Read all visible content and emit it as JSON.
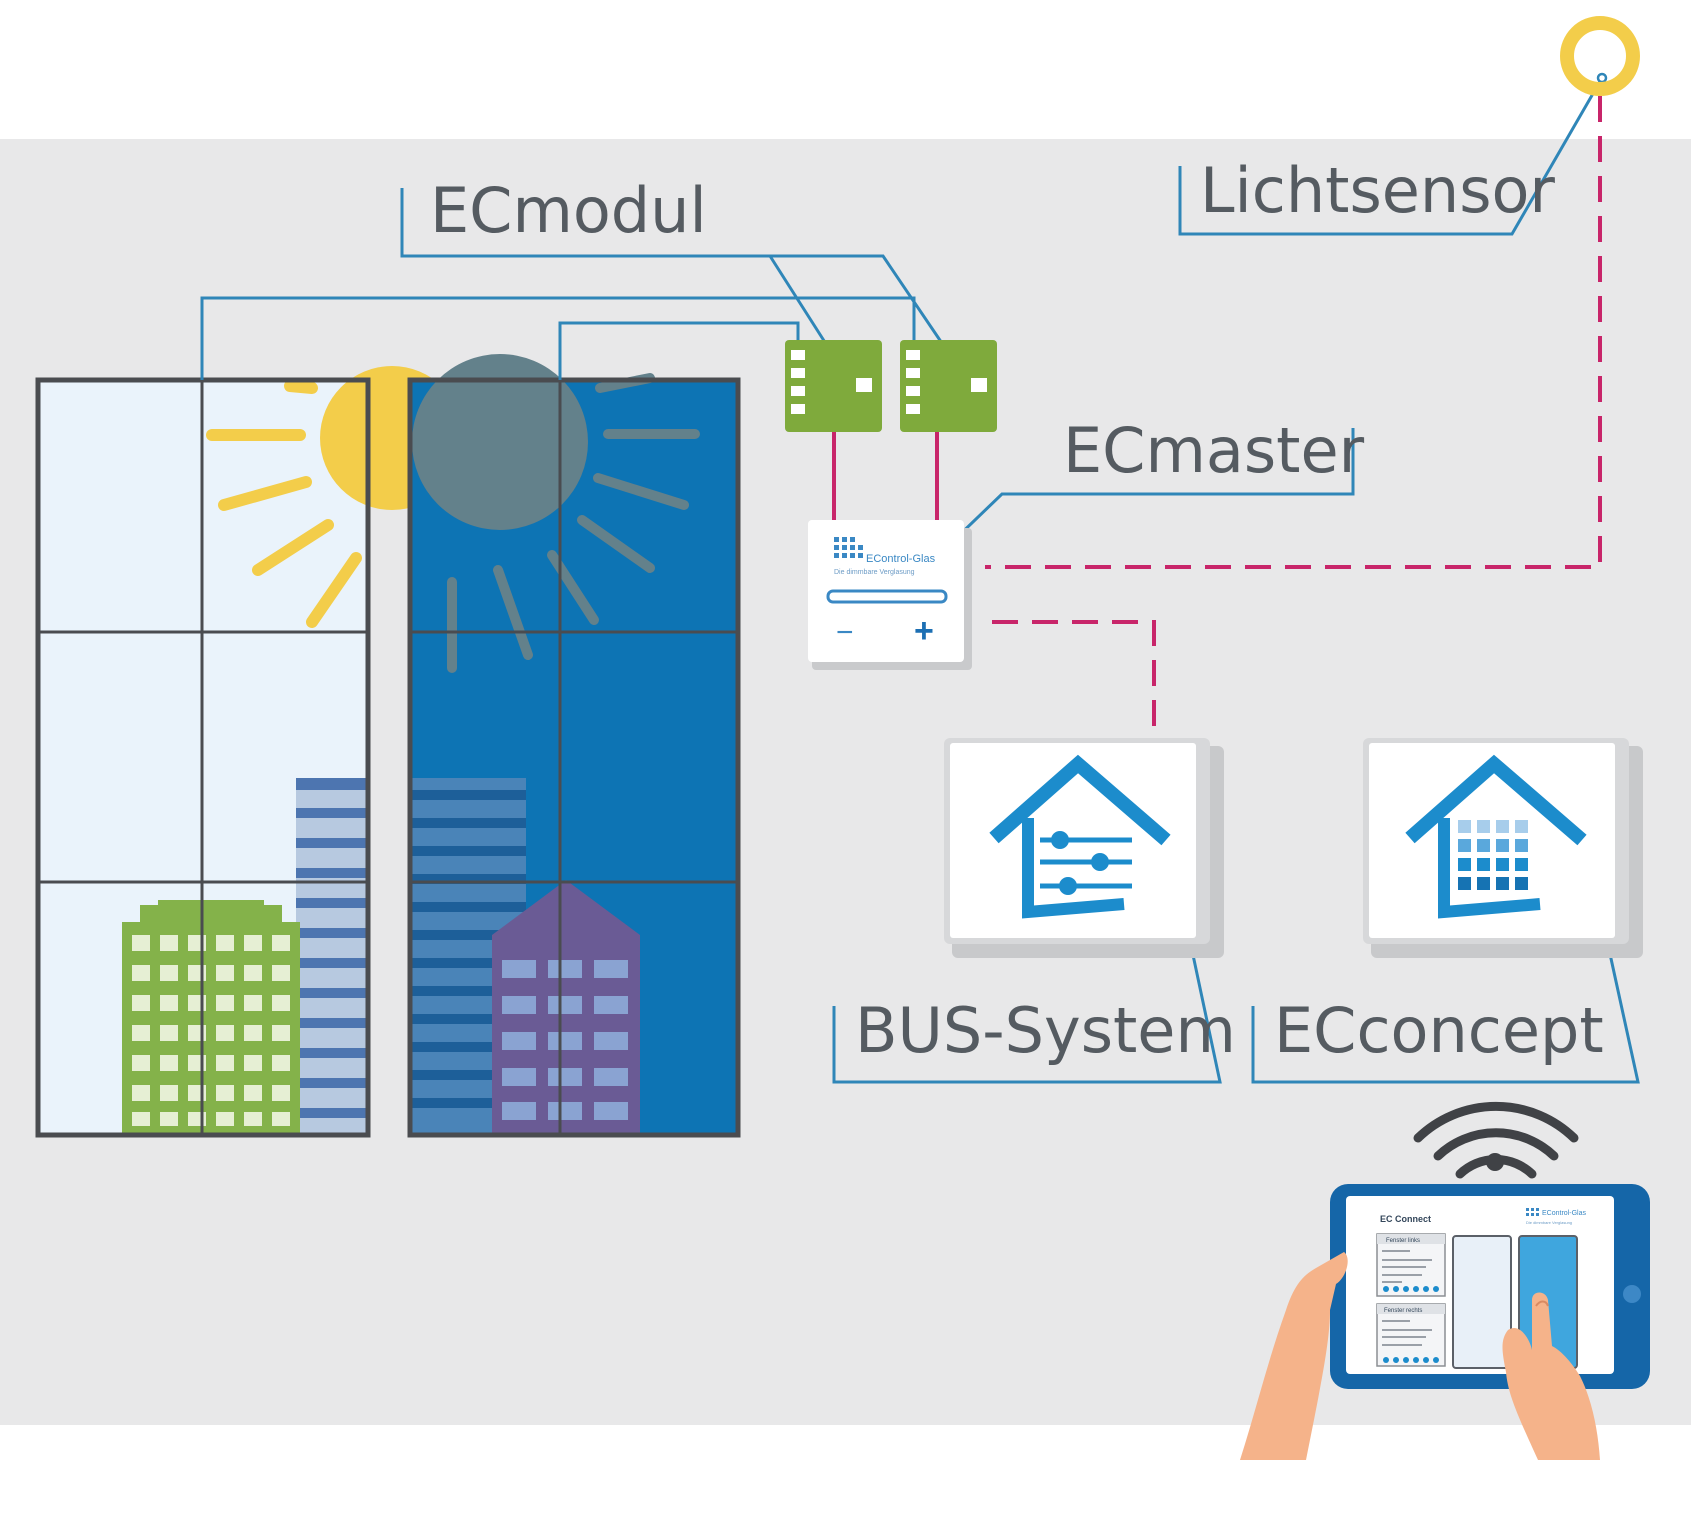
{
  "labels": {
    "ecmodul": "ECmodul",
    "lichtsensor": "Lichtsensor",
    "ecmaster": "ECmaster",
    "bus_system": "BUS-System",
    "ecconcept": "ECconcept"
  },
  "ecmaster_device": {
    "brand": "EControl-Glas",
    "tagline": "Die dimmbare Verglasung",
    "minus": "−",
    "plus": "+"
  },
  "tablet": {
    "app_title": "EC Connect",
    "brand": "EControl-Glas",
    "tagline": "Die dimmbare Verglasung",
    "panel_left_title": "Fenster links",
    "panel_right_title": "Fenster rechts"
  },
  "colors": {
    "background_band": "#e8e8e9",
    "line_blue": "#2f86b8",
    "line_pink": "#c8256a",
    "module_green": "#7faa3c",
    "glass_clear": "#eaf3fb",
    "glass_tinted": "#0d74b4",
    "sun_yellow": "#f3cd4a",
    "house_blue": "#1c8ccc",
    "tablet_blue": "#1566a8"
  },
  "icons": [
    "sun-icon",
    "house-sliders-icon",
    "house-grid-icon",
    "wifi-icon",
    "light-sensor-icon",
    "hand-icon"
  ]
}
